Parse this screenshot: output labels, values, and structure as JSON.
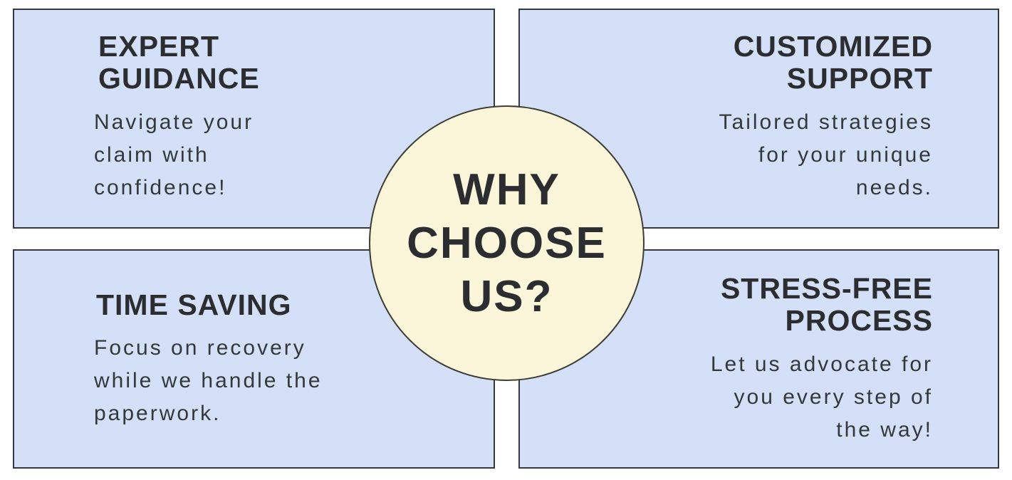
{
  "title": "WHY CHOOSE US?",
  "colors": {
    "background": "#FFFFFF",
    "card_fill": "#D3E0F8",
    "card_border": "#343840",
    "circle_fill": "#FBF6DA",
    "circle_border": "#3E3D35",
    "heading_text": "#2B2D30",
    "body_text": "#35383B"
  },
  "center": {
    "title": "WHY\nCHOOSE\nUS?"
  },
  "cards": [
    {
      "id": "expert-guidance",
      "position": "top-left",
      "align": "left",
      "title": "EXPERT\nGUIDANCE",
      "description": "Navigate your\nclaim with\nconfidence!"
    },
    {
      "id": "customized-support",
      "position": "top-right",
      "align": "right",
      "title": "CUSTOMIZED\nSUPPORT",
      "description": "Tailored strategies\nfor your unique\nneeds."
    },
    {
      "id": "time-saving",
      "position": "bottom-left",
      "align": "left",
      "title": "TIME SAVING",
      "description": "Focus on recovery\nwhile we handle the\npaperwork."
    },
    {
      "id": "stress-free-process",
      "position": "bottom-right",
      "align": "right",
      "title": "STRESS-FREE\nPROCESS",
      "description": "Let us advocate for\nyou every step of\nthe way!"
    }
  ]
}
